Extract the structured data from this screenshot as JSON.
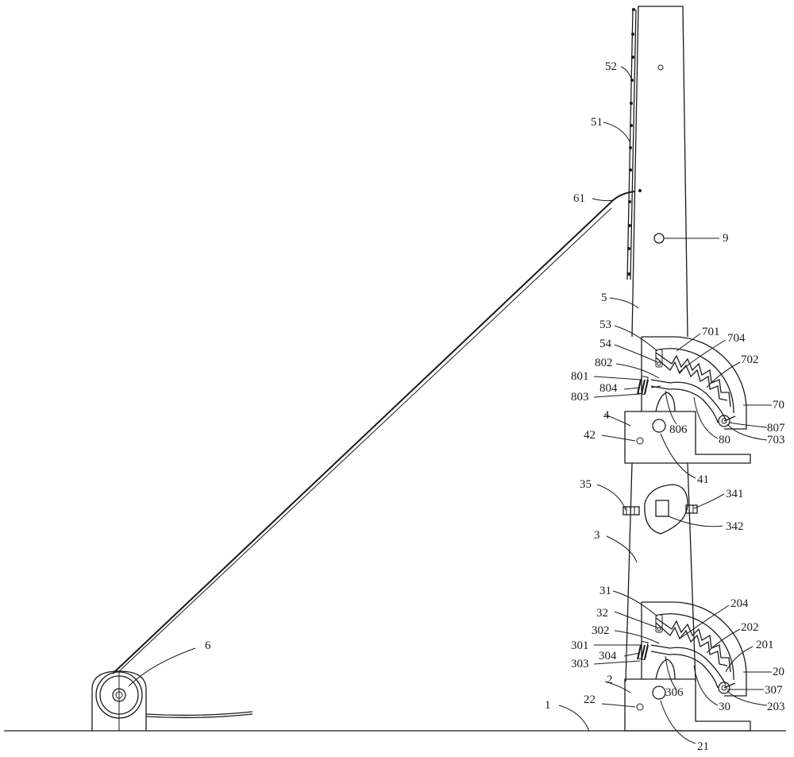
{
  "labels": {
    "l52": "52",
    "l51": "51",
    "l61": "61",
    "l9": "9",
    "l5": "5",
    "l53": "53",
    "l701": "701",
    "l704": "704",
    "l54": "54",
    "l702": "702",
    "l802": "802",
    "l801": "801",
    "l804": "804",
    "l803": "803",
    "l70": "70",
    "l807": "807",
    "l4": "4",
    "l806": "806",
    "l80": "80",
    "l703": "703",
    "l42": "42",
    "l41": "41",
    "l35": "35",
    "l341": "341",
    "l342": "342",
    "l3": "3",
    "l31": "31",
    "l204": "204",
    "l32": "32",
    "l302": "302",
    "l202": "202",
    "l301": "301",
    "l201": "201",
    "l303": "303",
    "l304": "304",
    "l20": "20",
    "l2": "2",
    "l307": "307",
    "l306": "306",
    "l22": "22",
    "l30": "30",
    "l203": "203",
    "l1": "1",
    "l21": "21",
    "l6": "6"
  }
}
